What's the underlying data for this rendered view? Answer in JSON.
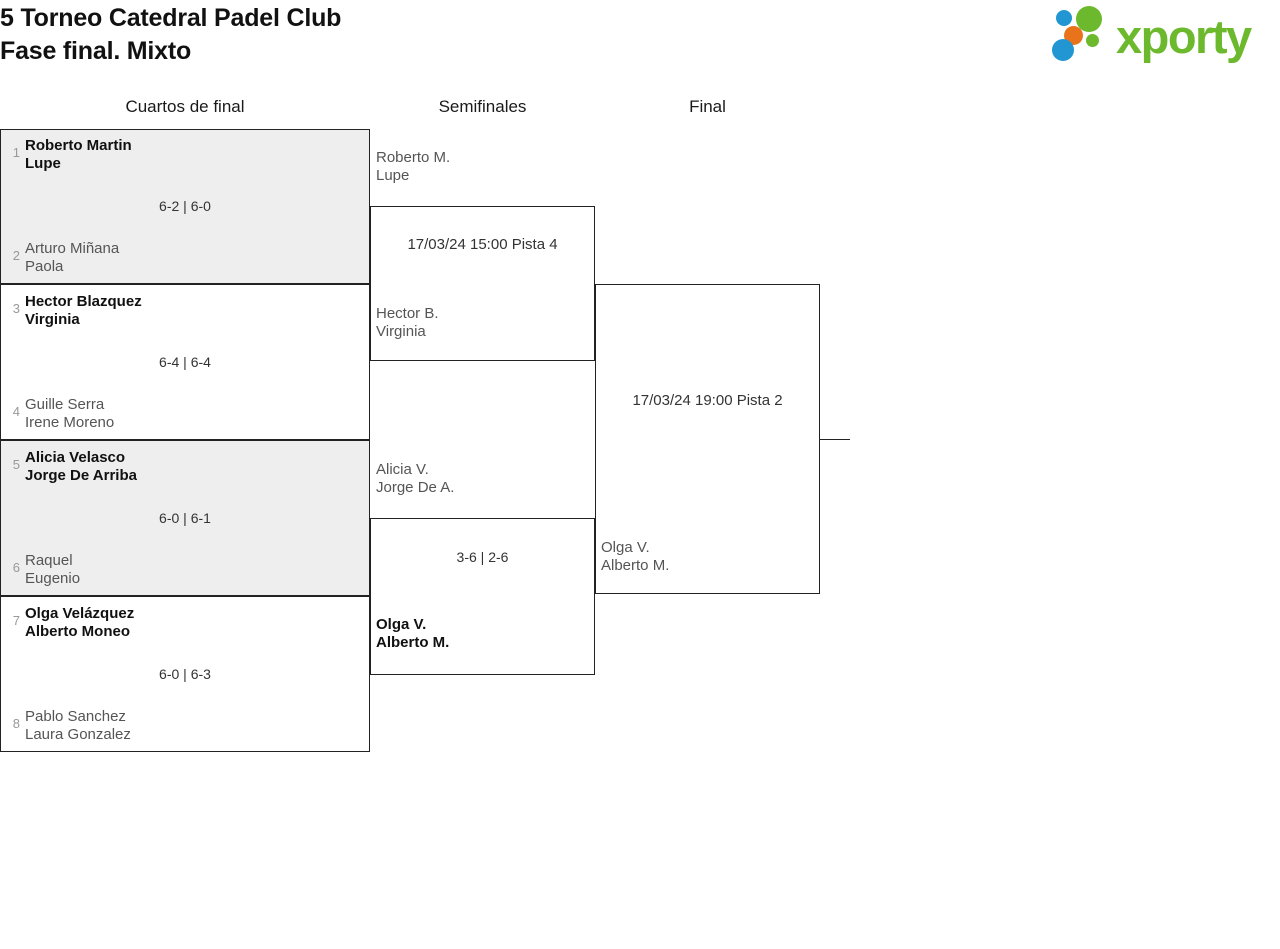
{
  "header": {
    "title_line1": "5 Torneo Catedral Padel Club",
    "title_line2": "Fase final. Mixto",
    "logo_text": "xporty",
    "logo_colors": {
      "green": "#6cb92d",
      "orange": "#e8731a",
      "blue": "#2196d3"
    }
  },
  "rounds": [
    {
      "label": "Cuartos de final"
    },
    {
      "label": "Semifinales"
    },
    {
      "label": "Final"
    }
  ],
  "quarterfinals": [
    {
      "score": "6-2 | 6-0",
      "top": {
        "seed": "1",
        "player1": "Roberto Martin",
        "player2": "Lupe",
        "winner": true
      },
      "bottom": {
        "seed": "2",
        "player1": "Arturo Miñana",
        "player2": "Paola",
        "winner": false
      }
    },
    {
      "score": "6-4 | 6-4",
      "top": {
        "seed": "3",
        "player1": "Hector Blazquez",
        "player2": "Virginia",
        "winner": true
      },
      "bottom": {
        "seed": "4",
        "player1": "Guille Serra",
        "player2": "Irene Moreno",
        "winner": false
      }
    },
    {
      "score": "6-0 | 6-1",
      "top": {
        "seed": "5",
        "player1": "Alicia Velasco",
        "player2": "Jorge De Arriba",
        "winner": true
      },
      "bottom": {
        "seed": "6",
        "player1": "Raquel",
        "player2": "Eugenio",
        "winner": false
      }
    },
    {
      "score": "6-0 | 6-3",
      "top": {
        "seed": "7",
        "player1": "Olga Velázquez",
        "player2": "Alberto Moneo",
        "winner": true
      },
      "bottom": {
        "seed": "8",
        "player1": "Pablo Sanchez",
        "player2": "Laura Gonzalez",
        "winner": false
      }
    }
  ],
  "semifinals": [
    {
      "schedule": "17/03/24 15:00 Pista 4",
      "score": "",
      "top": {
        "player1": "Roberto M.",
        "player2": "Lupe",
        "winner": false
      },
      "bottom": {
        "player1": "Hector B.",
        "player2": "Virginia",
        "winner": false
      }
    },
    {
      "schedule": "",
      "score": "3-6 | 2-6",
      "top": {
        "player1": "Alicia V.",
        "player2": "Jorge De A.",
        "winner": false
      },
      "bottom": {
        "player1": "Olga V.",
        "player2": "Alberto M.",
        "winner": true
      }
    }
  ],
  "final": {
    "schedule": "17/03/24 19:00 Pista 2",
    "top": {
      "player1": "",
      "player2": "",
      "winner": false
    },
    "bottom": {
      "player1": "Olga V.",
      "player2": "Alberto M.",
      "winner": false
    }
  }
}
